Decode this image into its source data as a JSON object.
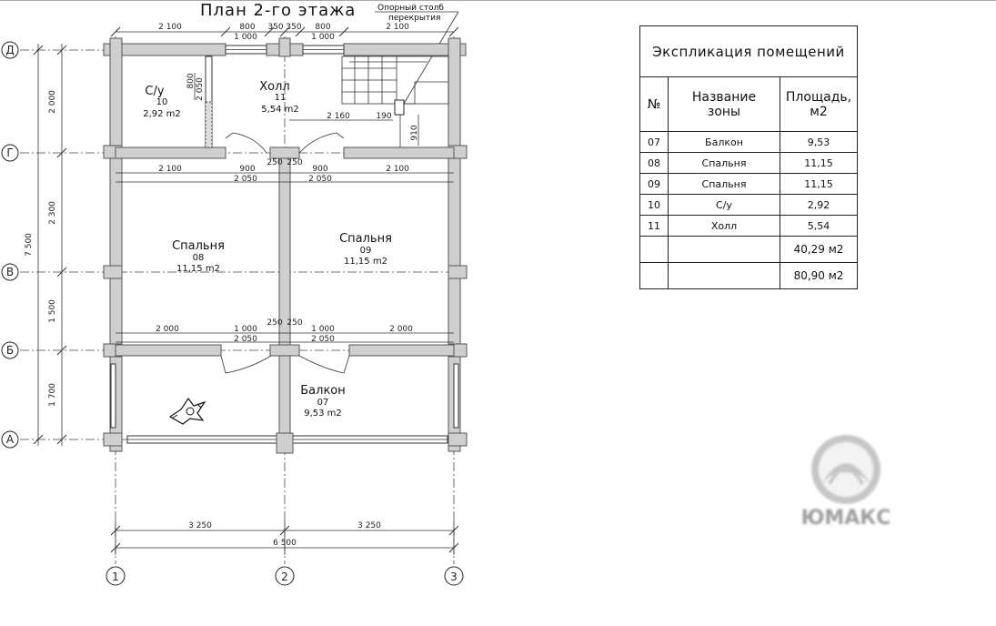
{
  "title": "План 2-го этажа",
  "support_note": [
    "Опорный столб",
    "перекрытия"
  ],
  "axes": {
    "letters": [
      "Д",
      "Г",
      "В",
      "Б",
      "А"
    ],
    "numbers": [
      "1",
      "2",
      "3"
    ]
  },
  "left_dims": [
    "2 000",
    "2 300",
    "7 500",
    "1 500",
    "1 700"
  ],
  "top_dims": {
    "row1": [
      "2 100",
      "800",
      "350",
      "350",
      "800",
      "2 100"
    ],
    "row2": [
      "1 000",
      "1 000"
    ]
  },
  "inner_dims": {
    "g_row1": [
      "2 100",
      "900",
      "900",
      "2 100"
    ],
    "g_row2": [
      "2 050",
      "2 050"
    ],
    "g_small": [
      "250",
      "250"
    ],
    "b_row1": [
      "2 000",
      "1 000",
      "1 000",
      "2 000"
    ],
    "b_row2": [
      "2 050",
      "2 050"
    ],
    "b_small": [
      "250",
      "250"
    ],
    "stair": [
      "2 160",
      "190",
      "910"
    ],
    "bath": [
      "800",
      "2 050"
    ]
  },
  "bottom_dims": {
    "halves": [
      "3 250",
      "3 250"
    ],
    "total": "6 500"
  },
  "rooms": [
    {
      "id": "bath",
      "name": "С/у",
      "num": "10",
      "area": "2,92 m2"
    },
    {
      "id": "hall",
      "name": "Холл",
      "num": "11",
      "area": "5,54 m2"
    },
    {
      "id": "bed08",
      "name": "Спальня",
      "num": "08",
      "area": "11,15 m2"
    },
    {
      "id": "bed09",
      "name": "Спальня",
      "num": "09",
      "area": "11,15 m2"
    },
    {
      "id": "balcony",
      "name": "Балкон",
      "num": "07",
      "area": "9,53 m2"
    }
  ],
  "table": {
    "caption": "Экспликация помещений",
    "headers": {
      "no": "№",
      "name": [
        "Название",
        "зоны"
      ],
      "area": [
        "Площадь,",
        "м2"
      ]
    },
    "rows": [
      {
        "no": "07",
        "name": "Балкон",
        "area": "9,53"
      },
      {
        "no": "08",
        "name": "Спальня",
        "area": "11,15"
      },
      {
        "no": "09",
        "name": "Спальня",
        "area": "11,15"
      },
      {
        "no": "10",
        "name": "С/у",
        "area": "2,92"
      },
      {
        "no": "11",
        "name": "Холл",
        "area": "5,54"
      }
    ],
    "totals": [
      "40,29 м2",
      "80,90 м2"
    ]
  },
  "logo": {
    "text": "ЮМАКС"
  }
}
